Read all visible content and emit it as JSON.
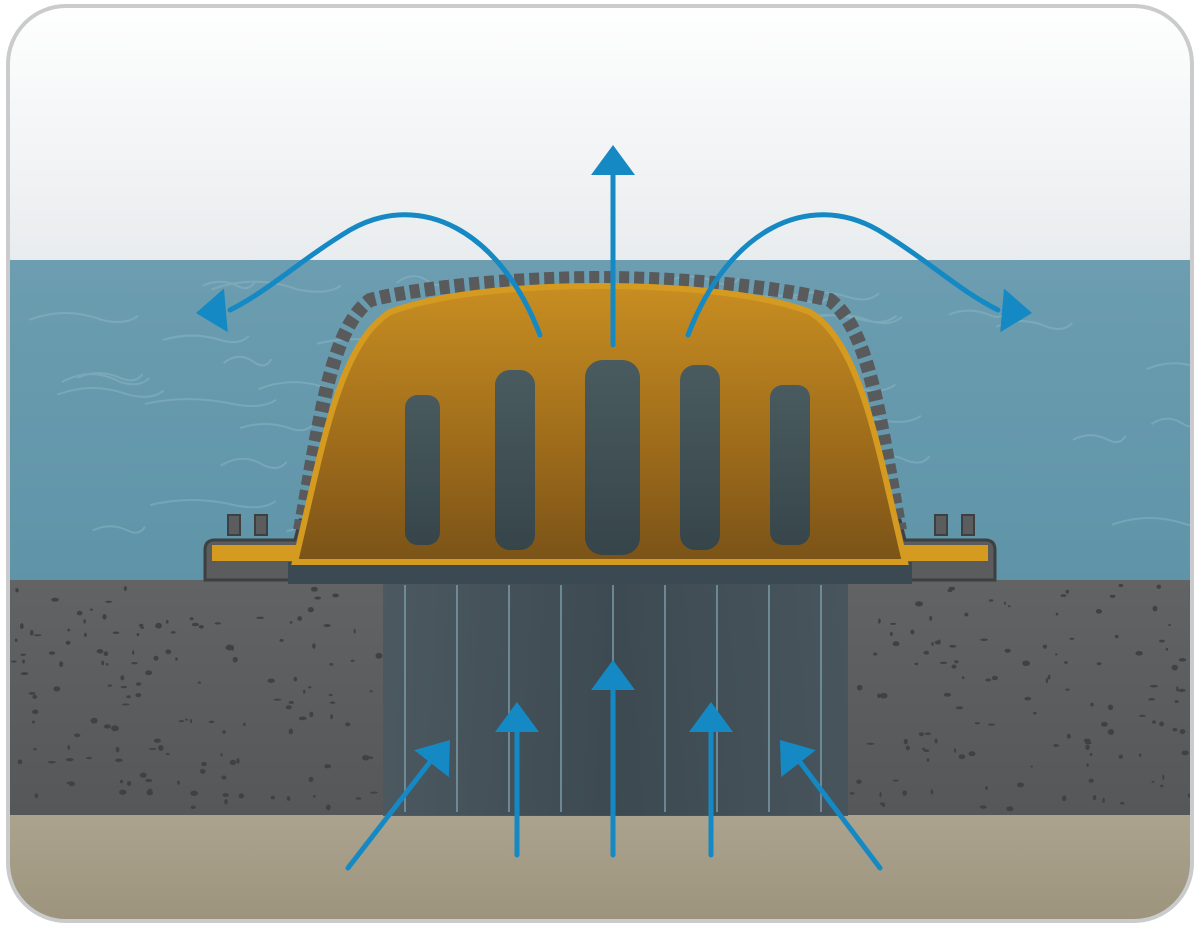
{
  "diagram": {
    "caption": "",
    "layers": [
      {
        "name": "sky",
        "color": "#f1f3f4"
      },
      {
        "name": "water",
        "color": "#6f9fb1"
      },
      {
        "name": "concrete",
        "color": "#5d5f60"
      },
      {
        "name": "sand",
        "color": "#a59c86"
      }
    ],
    "components": {
      "dome_color": "#a8751a",
      "dome_rim_color": "#d59a20",
      "pipe_color": "#3c4a52",
      "outline_color": "#585a5b"
    },
    "flow": {
      "arrow_color": "#1589c4",
      "upward_arrows_in_pipe": 5,
      "outflow_arrows_above_dome": 3
    }
  }
}
